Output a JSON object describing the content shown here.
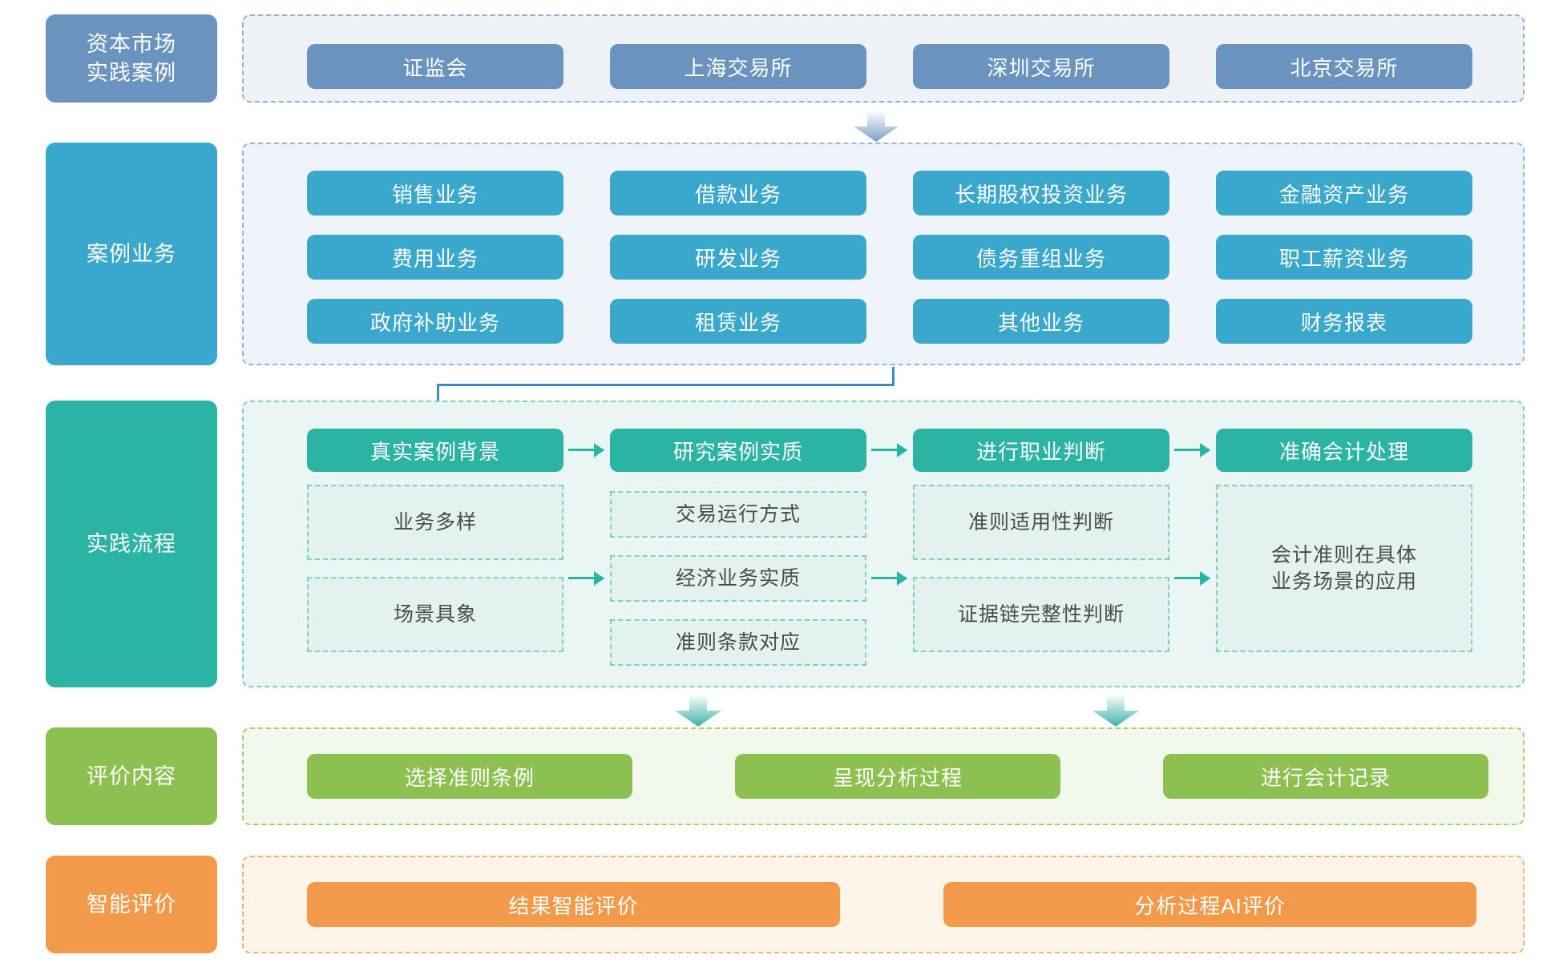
{
  "colors": {
    "blue_chip": "#6a93c0",
    "blue_panel_bg": "#eef2f7",
    "blue_panel_border": "#8fb3d6",
    "cyan_chip": "#3aa8cc",
    "cyan_panel_bg": "#eef4fa",
    "cyan_panel_border": "#8fb9d8",
    "teal_chip": "#2bb3a3",
    "teal_panel_bg": "#eaf6f4",
    "teal_panel_border": "#7fd0c4",
    "green_chip": "#8cc152",
    "green_panel_bg": "#f3f8ec",
    "green_panel_border": "#a8cf76",
    "orange_chip": "#f3994a",
    "orange_panel_bg": "#fdf4ea",
    "orange_panel_border": "#f0b173",
    "subbox_text": "#4a4a4a"
  },
  "rows": {
    "capital_market": {
      "label": "资本市场\n实践案例",
      "label_line1": "资本市场",
      "label_line2": "实践案例",
      "items": [
        {
          "label": "证监会"
        },
        {
          "label": "上海交易所"
        },
        {
          "label": "深圳交易所"
        },
        {
          "label": "北京交易所"
        }
      ]
    },
    "case_business": {
      "label": "案例业务",
      "items": [
        {
          "label": "销售业务"
        },
        {
          "label": "借款业务"
        },
        {
          "label": "长期股权投资业务"
        },
        {
          "label": "金融资产业务"
        },
        {
          "label": "费用业务"
        },
        {
          "label": "研发业务"
        },
        {
          "label": "债务重组业务"
        },
        {
          "label": "职工薪资业务"
        },
        {
          "label": "政府补助业务"
        },
        {
          "label": "租赁业务"
        },
        {
          "label": "其他业务"
        },
        {
          "label": "财务报表"
        }
      ]
    },
    "practice_flow": {
      "label": "实践流程",
      "steps": [
        {
          "label": "真实案例背景",
          "details": [
            "业务多样",
            "场景具象"
          ]
        },
        {
          "label": "研究案例实质",
          "details": [
            "交易运行方式",
            "经济业务实质",
            "准则条款对应"
          ]
        },
        {
          "label": "进行职业判断",
          "details": [
            "准则适用性判断",
            "证据链完整性判断"
          ]
        },
        {
          "label": "准确会计处理",
          "details": [
            "会计准则在具体\n业务场景的应用"
          ],
          "detail_line1": "会计准则在具体",
          "detail_line2": "业务场景的应用"
        }
      ]
    },
    "evaluation_content": {
      "label": "评价内容",
      "items": [
        {
          "label": "选择准则条例"
        },
        {
          "label": "呈现分析过程"
        },
        {
          "label": "进行会计记录"
        }
      ]
    },
    "intelligent_evaluation": {
      "label": "智能评价",
      "items": [
        {
          "label": "结果智能评价"
        },
        {
          "label": "分析过程AI评价"
        }
      ]
    }
  },
  "connectors": {
    "top_down_arrow": "down-arrow-blue",
    "elbow": "elbow-connector-blue",
    "flow_arrows": "arrow-right-teal",
    "bottom_down_arrows": [
      "down-arrow-teal-left",
      "down-arrow-teal-right"
    ]
  }
}
